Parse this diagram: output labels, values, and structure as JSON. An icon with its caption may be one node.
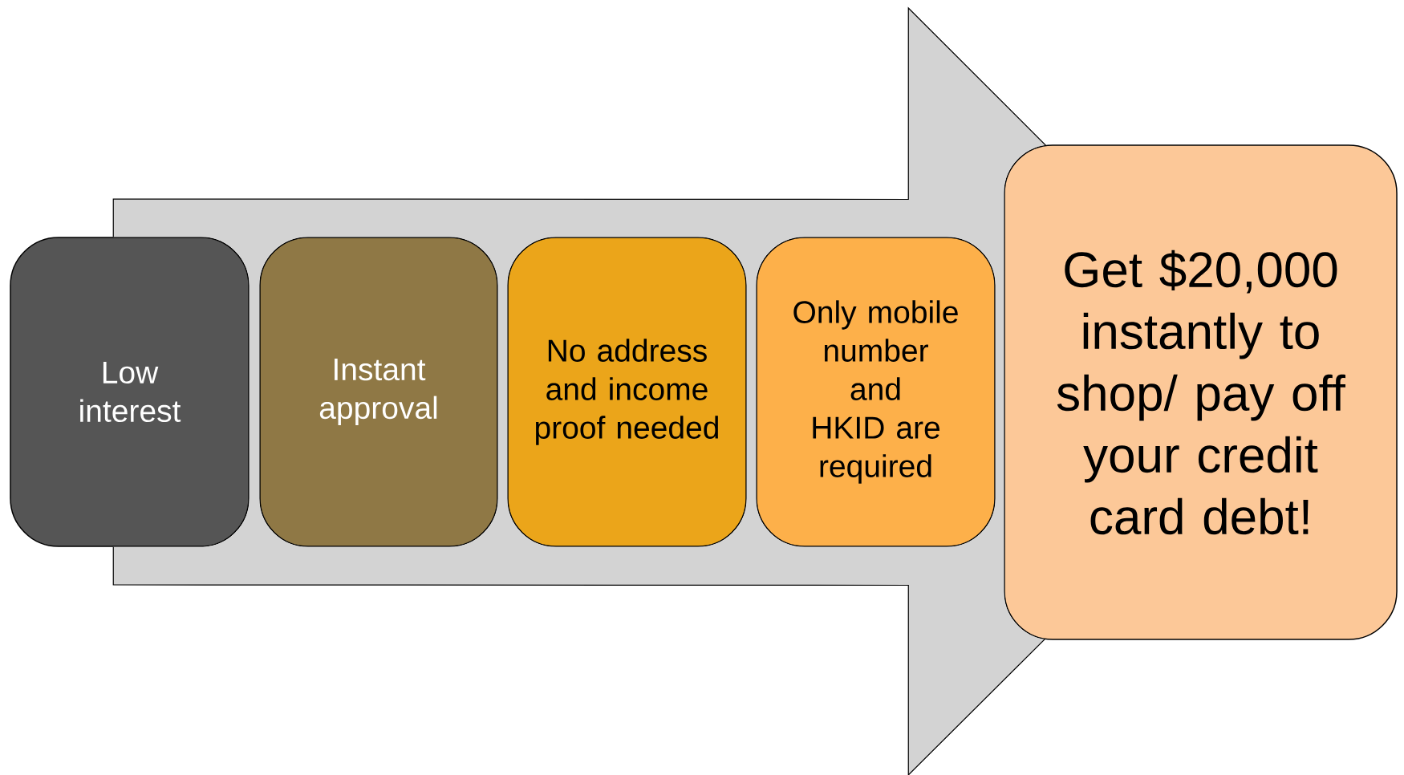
{
  "diagram": {
    "nodes": [
      {
        "text": [
          "Low interest"
        ]
      },
      {
        "text": [
          "Instant approval"
        ]
      },
      {
        "text": [
          "No address and income proof needed"
        ]
      },
      {
        "text": [
          "Only mobile number and HKID are required"
        ]
      },
      {
        "text": [
          "Get $20,000 instantly to shop/ pay off your credit card debt!"
        ]
      }
    ],
    "edges": [
      {
        "from": 0,
        "to": 4,
        "arrow": "to"
      }
    ]
  }
}
